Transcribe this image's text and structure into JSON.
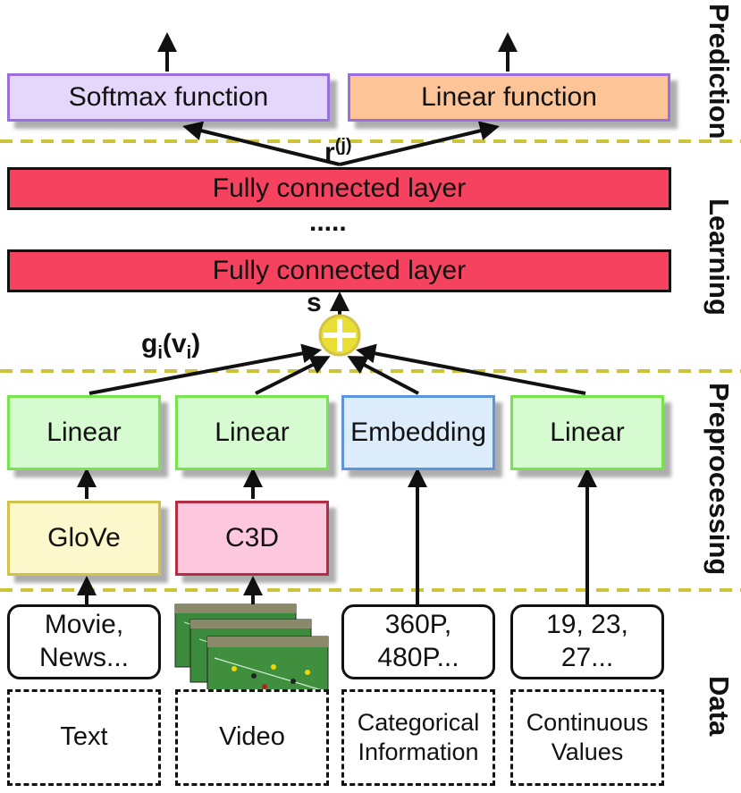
{
  "prediction": {
    "softmax_label": "Softmax function",
    "linear_label": "Linear function"
  },
  "learning": {
    "fc_top_label": "Fully connected layer",
    "fc_bottom_label": "Fully connected layer",
    "dots": ".....",
    "r_label_base": "r",
    "r_label_sup": "(j)",
    "s_label": "s",
    "g_label_base": "g",
    "g_label_sub": "i",
    "g_label_mid": "(v",
    "g_label_sub2": "i",
    "g_label_end": ")",
    "sum_symbol": "⊕"
  },
  "preprocessing": {
    "linear_1": "Linear",
    "linear_2": "Linear",
    "embedding": "Embedding",
    "linear_3": "Linear",
    "glove": "GloVe",
    "c3d": "C3D"
  },
  "data": {
    "text_values": "Movie,\nNews...",
    "categorical_values": "360P,\n480P...",
    "continuous_values": "19, 23,\n27...",
    "text_type": "Text",
    "video_type": "Video",
    "categorical_type": "Categorical\nInformation",
    "continuous_type": "Continuous\nValues"
  },
  "sections": {
    "prediction": "Prediction",
    "learning": "Learning",
    "preprocessing": "Preprocessing",
    "data": "Data"
  },
  "colors": {
    "softmax_fill": "#e5d6fb",
    "softmax_border": "#9b6ee0",
    "linearfn_fill": "#fdc597",
    "linearfn_border": "#9b6ee0",
    "fc_fill": "#f5425f",
    "linear_fill": "#d7fbd1",
    "linear_border": "#77e44d",
    "embedding_fill": "#dcecfb",
    "embedding_border": "#5b95e0",
    "glove_fill": "#fcf8cb",
    "glove_border": "#d2c24a",
    "c3d_fill": "#fdc8dd",
    "c3d_border": "#b42d44",
    "separator": "#cbc43a",
    "sum_fill": "#e9df34"
  }
}
